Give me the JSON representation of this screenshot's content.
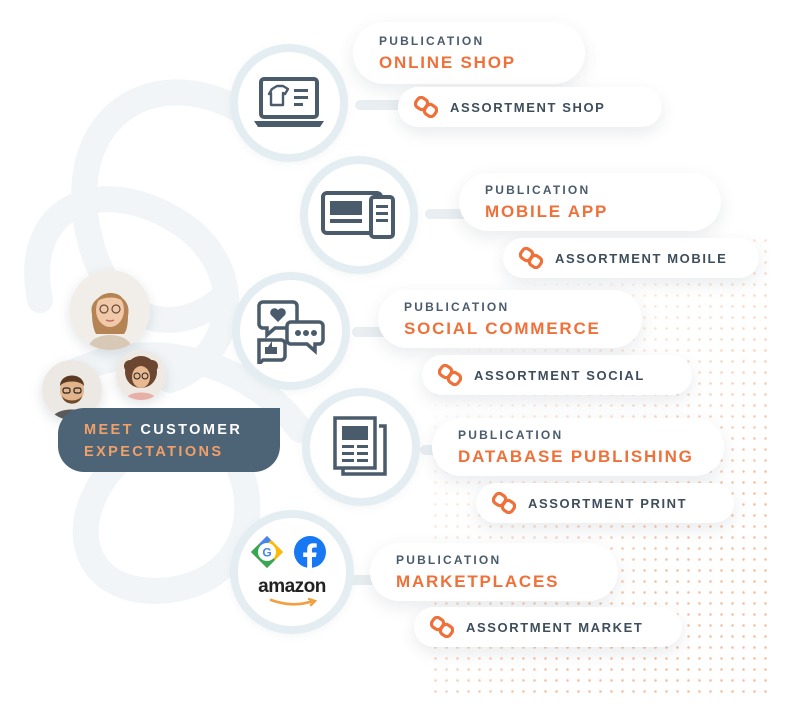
{
  "publication_word": "PUBLICATION",
  "channels": [
    {
      "icon": "laptop-shop-icon",
      "publication": "ONLINE SHOP",
      "assortment": "ASSORTMENT SHOP"
    },
    {
      "icon": "mobile-tablet-icon",
      "publication": "MOBILE APP",
      "assortment": "ASSORTMENT MOBILE"
    },
    {
      "icon": "social-chat-icon",
      "publication": "SOCIAL COMMERCE",
      "assortment": "ASSORTMENT SOCIAL"
    },
    {
      "icon": "print-document-icon",
      "publication": "DATABASE PUBLISHING",
      "assortment": "ASSORTMENT PRINT"
    },
    {
      "icon": "marketplace-logos-icon",
      "publication": "MARKETPLACES",
      "assortment": "ASSORTMENT MARKET"
    }
  ],
  "marketplace_logo_text": "amazon",
  "cta": {
    "meet": "MEET",
    "customer": "CUSTOMER",
    "expectations": "EXPECTATIONS"
  },
  "colors": {
    "accent_orange": "#f0703a",
    "navy": "#4d6477",
    "label_gray": "#4a5b6b",
    "circle_ring": "#e4eef2"
  }
}
